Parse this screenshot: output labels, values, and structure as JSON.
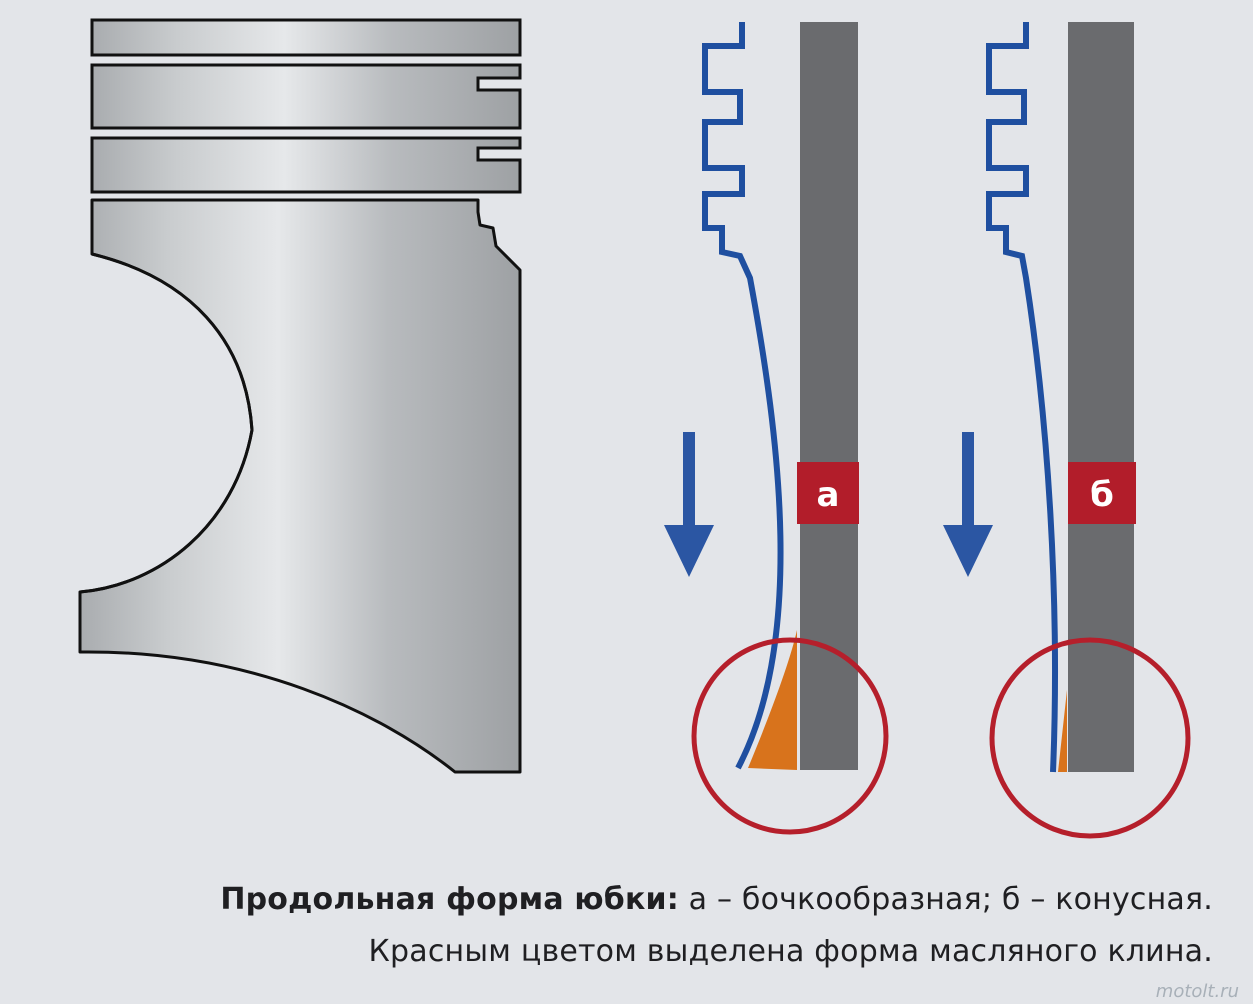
{
  "labels": {
    "variant_a": "а",
    "variant_b": "б"
  },
  "caption": {
    "title_bold": "Продольная форма юбки:",
    "line1_rest": "а – бочкообразная; б – конусная.",
    "line2": "Красным цветом выделена форма масляного клина."
  },
  "watermark": "motolt.ru",
  "colors": {
    "piston_outline": "#111111",
    "piston_metal": "#b4b7ba",
    "piston_highlight": "#dfe2e5",
    "profile_blue": "#1f4fa0",
    "arrow_blue": "#2b56a3",
    "cylinder_wall": "#6a6b6e",
    "label_red": "#b21d2a",
    "oil_wedge_orange": "#d8731c",
    "circle_red": "#b51f2b",
    "background": "#e3e5e9"
  }
}
